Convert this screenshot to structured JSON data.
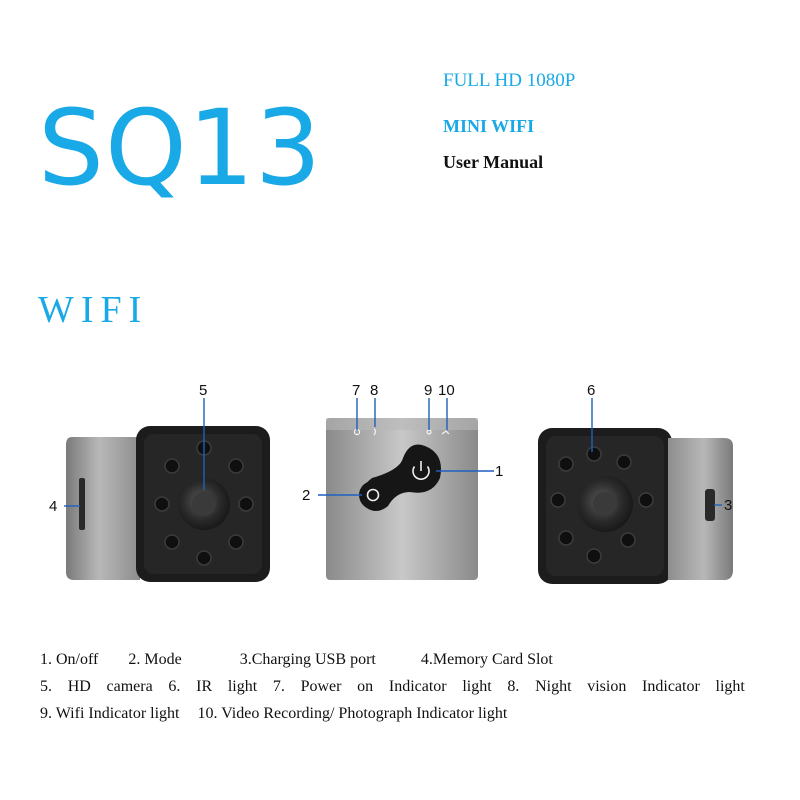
{
  "header": {
    "model": "SQ13",
    "full_hd": "FULL HD 1080P",
    "mini_wifi": "MINI WIFI",
    "user_manual": "User Manual"
  },
  "wifi_label": "WIFI",
  "callouts": {
    "c1": "1",
    "c2": "2",
    "c3": "3",
    "c4": "4",
    "c5": "5",
    "c6": "6",
    "c7": "7",
    "c8": "8",
    "c9": "9",
    "c10": "10"
  },
  "legend": {
    "row1": [
      "1. On/off",
      "2. Mode",
      "3.Charging USB port",
      "4.Memory Card Slot"
    ],
    "row2": [
      "5.",
      "HD",
      "camera",
      "6.",
      "IR",
      "light",
      "7.",
      "Power",
      "on",
      "Indicator",
      "light",
      "8.",
      "Night",
      "vision",
      "Indicator",
      "light"
    ],
    "row3": [
      "9. Wifi Indicator light",
      "10. Video Recording/ Photograph Indicator light"
    ]
  },
  "colors": {
    "accent": "#19a9e6",
    "camera_body": "#9a9a9a",
    "lens_face": "#1c1c1c"
  }
}
